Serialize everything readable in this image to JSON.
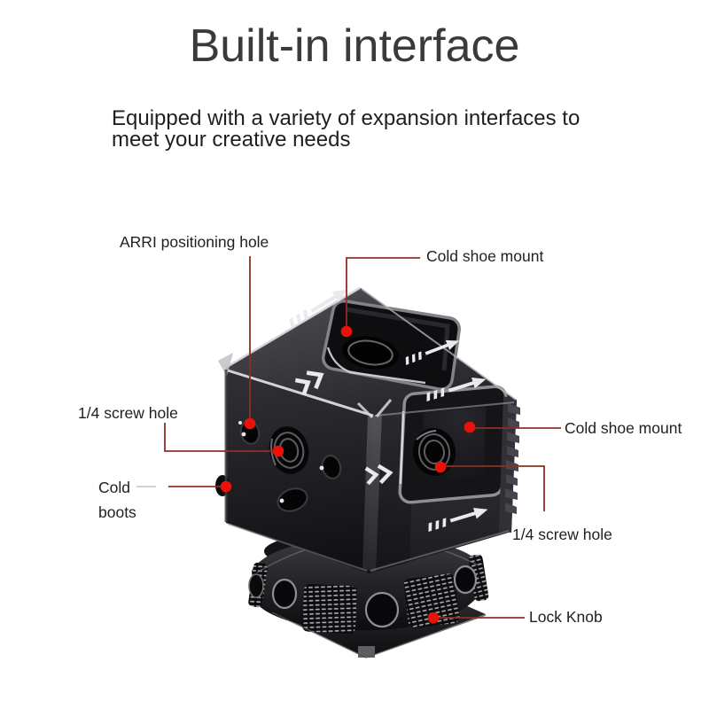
{
  "header": {
    "title": "Built-in interface",
    "subtitle_lines": [
      "Equipped with a variety of expansion interfaces to",
      "meet your creative needs"
    ]
  },
  "callouts": {
    "arri": {
      "label": "ARRI positioning hole"
    },
    "cold_shoe_top": {
      "label": "Cold shoe mount"
    },
    "quarter_screw_left": {
      "label": "1/4 screw hole"
    },
    "cold_boots": {
      "label_lines": [
        "Cold",
        "boots"
      ]
    },
    "cold_shoe_right": {
      "label": "Cold shoe mount"
    },
    "quarter_screw_right": {
      "label": "1/4 screw hole"
    },
    "lock_knob": {
      "label": "Lock Knob"
    }
  },
  "colors": {
    "background": "#ffffff",
    "title_text": "#3a3a3a",
    "subtitle_text": "#1f1f1f",
    "label_text": "#1f1f1f",
    "callout_line": "#8d3026",
    "callout_dot": "#ea1208",
    "product_body": "#1c1c1f",
    "edge_highlight": "#e4e4e8"
  }
}
